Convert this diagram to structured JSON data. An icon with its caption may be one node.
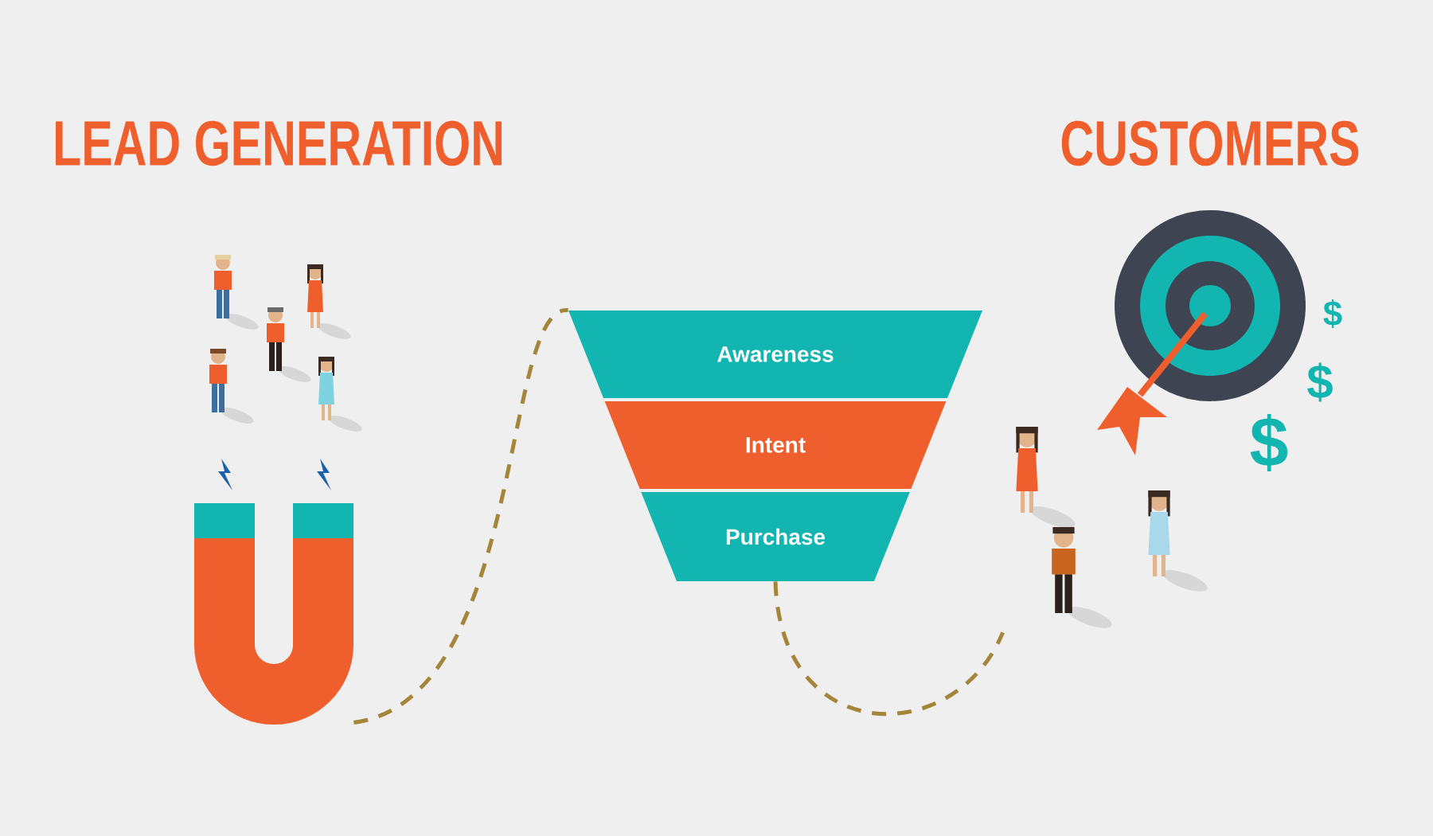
{
  "diagram": {
    "nodes": [
      {
        "text": [
          "Awareness"
        ]
      },
      {
        "text": [
          "Intent"
        ]
      },
      {
        "text": [
          "Purchase"
        ]
      },
      {
        "text": [],
        "shape": "picture"
      },
      {
        "text": [],
        "shape": "picture"
      }
    ],
    "edges": [
      {
        "from": 3,
        "to": 0,
        "arrow": "none",
        "style": "dashed"
      },
      {
        "from": 2,
        "to": 4,
        "arrow": "none",
        "style": "dashed"
      }
    ],
    "labels": [
      "LEAD GENERATION",
      "CUSTOMERS",
      "$",
      "$",
      "$"
    ]
  }
}
